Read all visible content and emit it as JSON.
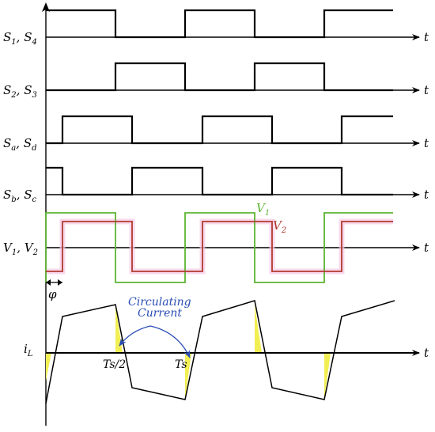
{
  "signals": [
    {
      "id": "s1s4",
      "label_a": "S",
      "sub_a": "1",
      "sep": ", ",
      "label_b": "S",
      "sub_b": "4"
    },
    {
      "id": "s2s3",
      "label_a": "S",
      "sub_a": "2",
      "sep": ", ",
      "label_b": "S",
      "sub_b": "3"
    },
    {
      "id": "sasd",
      "label_a": "S",
      "sub_a": "a",
      "sep": ", ",
      "label_b": "S",
      "sub_b": "d"
    },
    {
      "id": "sbsc",
      "label_a": "S",
      "sub_a": "b",
      "sep": ", ",
      "label_b": "S",
      "sub_b": "c"
    },
    {
      "id": "v1v2",
      "label_a": "V",
      "sub_a": "1",
      "sep": ", ",
      "label_b": "V",
      "sub_b": "2"
    }
  ],
  "time_axis_label": "t",
  "il_label": {
    "main": "i",
    "sub": "L"
  },
  "v1_trace": {
    "main": "V",
    "sub": "1",
    "color": "#5cb531"
  },
  "v2_trace": {
    "main": "V",
    "sub": "2",
    "color": "#b03a2e"
  },
  "phase_label": "φ",
  "annotation": {
    "line1": "Circulating",
    "line2": "Current",
    "color": "#2a4db5"
  },
  "ts_half_label": "Ts/2",
  "ts_label": "Ts",
  "colors": {
    "axis": "#000000",
    "highlight": "#f2ef54",
    "glow": "#f6c8e6",
    "arrow": "#2a4db5"
  }
}
